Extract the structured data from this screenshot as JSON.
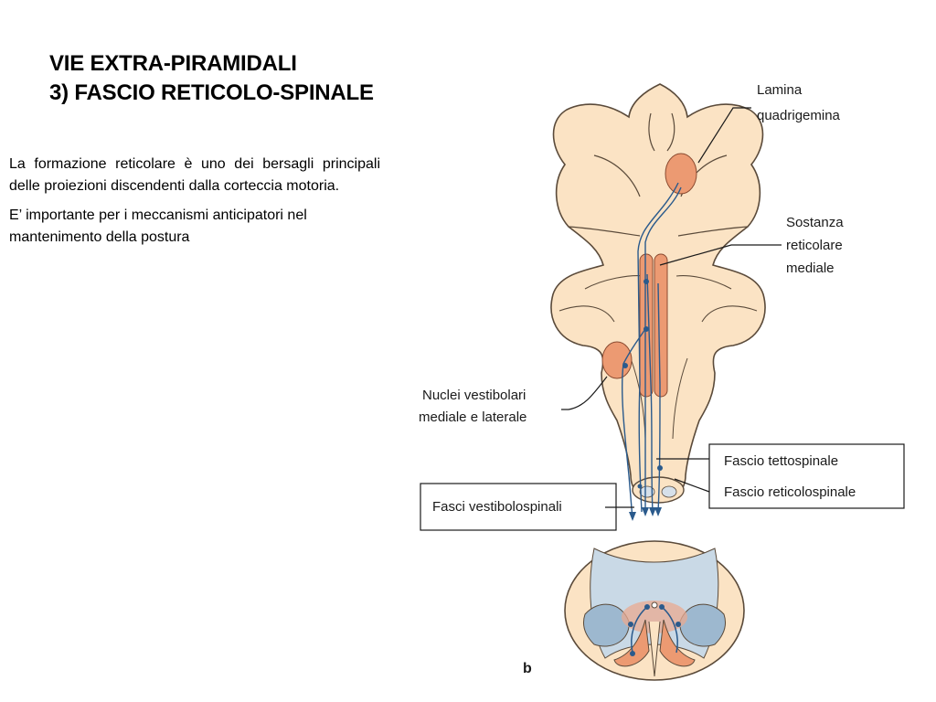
{
  "slide": {
    "title_line1": "VIE EXTRA-PIRAMIDALI",
    "title_line2": "3) FASCIO RETICOLO-SPINALE",
    "paragraph1": "La formazione reticolare è uno dei bersagli principali delle proiezioni discendenti dalla corteccia motoria.",
    "paragraph2": "E’ importante per i meccanismi anticipatori nel mantenimento della postura"
  },
  "figure": {
    "labels": {
      "lamina_l1": "Lamina",
      "lamina_l2": "quadrigemina",
      "sostanza_l1": "Sostanza",
      "sostanza_l2": "reticolare",
      "sostanza_l3": "mediale",
      "nuclei_l1": "Nuclei vestibolari",
      "nuclei_l2": "mediale e laterale",
      "fascio_tetto": "Fascio tettospinale",
      "fascio_reticolo": "Fascio reticolospinale",
      "fasci_vestibolo": "Fasci vestibolospinali",
      "panel_letter": "b"
    },
    "colors": {
      "tissue": "#fbe3c4",
      "outline": "#5a4a3a",
      "nucleus": "#ec9a72",
      "tract": "#2a5a8c",
      "grey_matter": "#c9d9e6"
    }
  }
}
